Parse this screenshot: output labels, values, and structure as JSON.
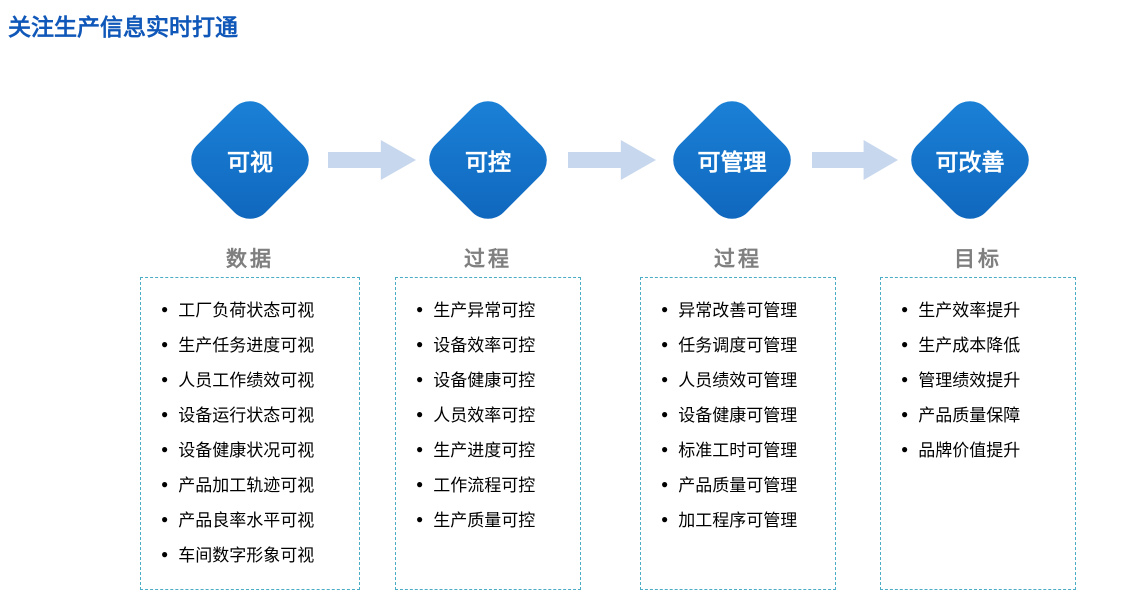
{
  "page": {
    "title": "关注生产信息实时打通"
  },
  "icons": {
    "bullet": "●",
    "arrow": "→"
  },
  "colors": {
    "title_blue": "#0f57b8",
    "diamond_blue": "#1373cb",
    "arrow_light_blue": "#c7d7ee",
    "category_gray": "#7f7f7f",
    "box_border": "#4bacc6"
  },
  "columns": [
    {
      "diamond": "可视",
      "category": "数据",
      "items": [
        "工厂负荷状态可视",
        "生产任务进度可视",
        "人员工作绩效可视",
        "设备运行状态可视",
        "设备健康状况可视",
        "产品加工轨迹可视",
        "产品良率水平可视",
        "车间数字形象可视"
      ]
    },
    {
      "diamond": "可控",
      "category": "过程",
      "items": [
        "生产异常可控",
        "设备效率可控",
        "设备健康可控",
        "人员效率可控",
        "生产进度可控",
        "工作流程可控",
        "生产质量可控"
      ]
    },
    {
      "diamond": "可管理",
      "category": "过程",
      "items": [
        "异常改善可管理",
        "任务调度可管理",
        "人员绩效可管理",
        "设备健康可管理",
        "标准工时可管理",
        "产品质量可管理",
        "加工程序可管理"
      ]
    },
    {
      "diamond": "可改善",
      "category": "目标",
      "items": [
        "生产效率提升",
        "生产成本降低",
        "管理绩效提升",
        "产品质量保障",
        "品牌价值提升"
      ]
    }
  ]
}
